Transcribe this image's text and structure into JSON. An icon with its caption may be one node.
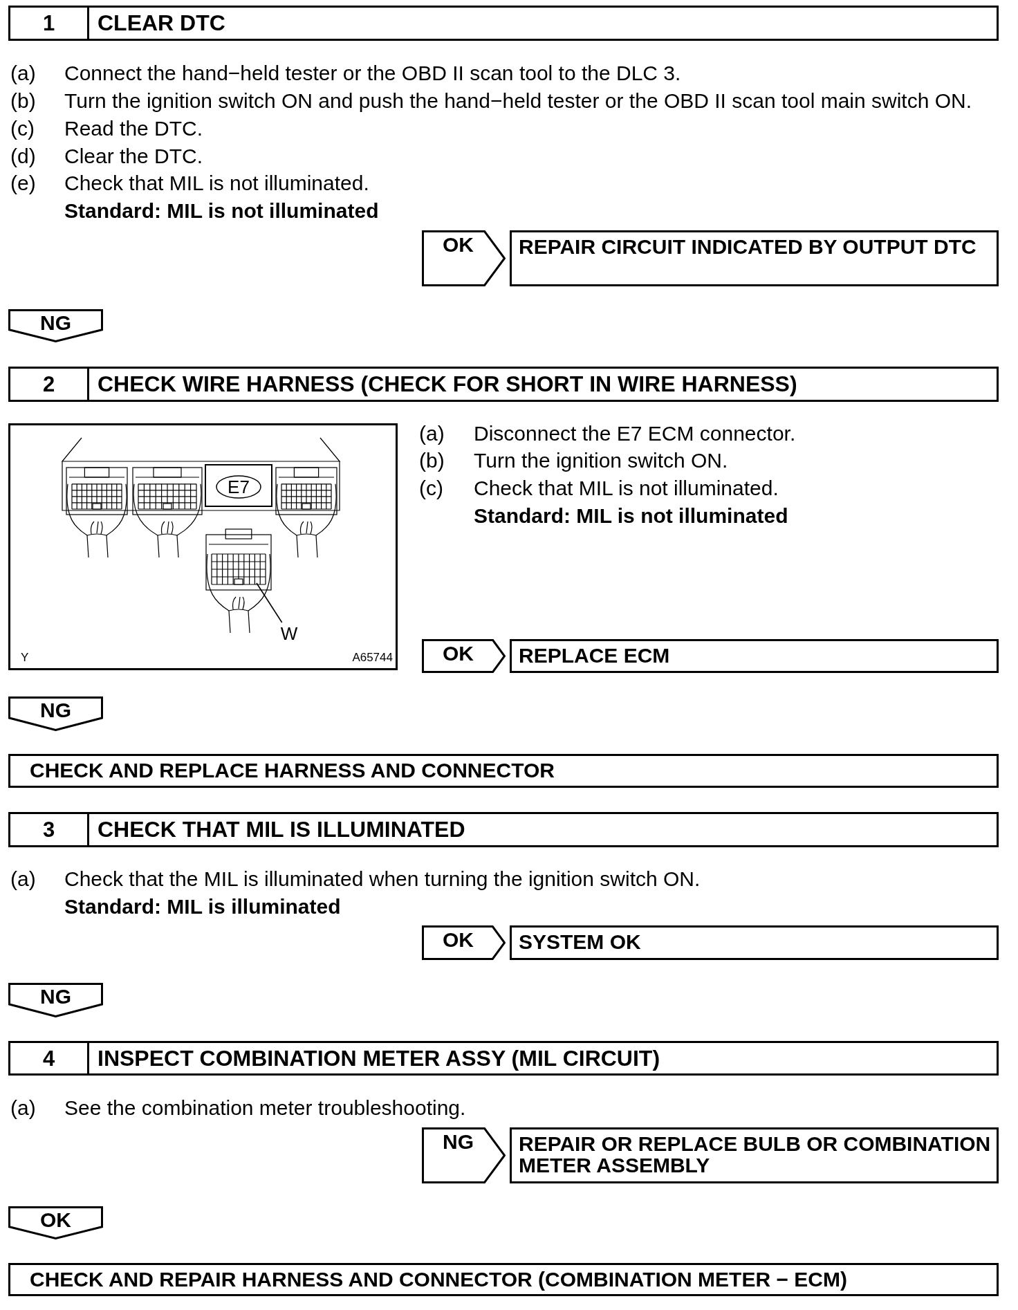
{
  "diagram": {
    "nodes": [
      {
        "text": [
          "1",
          "CLEAR DTC"
        ]
      },
      {
        "text": [
          "OK"
        ]
      },
      {
        "text": [
          "REPAIR CIRCUIT INDICATED BY OUTPUT DTC"
        ]
      },
      {
        "text": [
          "NG"
        ]
      },
      {
        "text": [
          "2",
          "CHECK WIRE HARNESS (CHECK FOR SHORT IN WIRE HARNESS)"
        ]
      },
      {
        "text": [
          "E7"
        ]
      },
      {
        "text": [
          "W"
        ]
      },
      {
        "text": [
          "OK"
        ]
      },
      {
        "text": [
          "REPLACE ECM"
        ]
      },
      {
        "text": [
          "NG"
        ]
      },
      {
        "text": [
          "CHECK AND REPLACE HARNESS AND CONNECTOR"
        ]
      },
      {
        "text": [
          "3",
          "CHECK THAT MIL IS ILLUMINATED"
        ]
      },
      {
        "text": [
          "OK"
        ]
      },
      {
        "text": [
          "SYSTEM OK"
        ]
      },
      {
        "text": [
          "NG"
        ]
      },
      {
        "text": [
          "4",
          "INSPECT COMBINATION METER ASSY (MIL CIRCUIT)"
        ]
      },
      {
        "text": [
          "NG"
        ]
      },
      {
        "text": [
          "REPAIR OR REPLACE BULB OR COMBINATION METER ASSEMBLY"
        ]
      },
      {
        "text": [
          "OK"
        ]
      },
      {
        "text": [
          "CHECK AND REPAIR HARNESS AND CONNECTOR (COMBINATION METER − ECM)"
        ]
      },
      {
        "text": [],
        "shape": "picture"
      }
    ],
    "edges": [
      {
        "from": 6,
        "to": 20,
        "arrow": "none"
      }
    ],
    "labels": [
      "(a)",
      "Connect the hand−held tester or the OBD II scan tool to the DLC 3.",
      "(b)",
      "Turn the ignition switch ON and push the hand−held tester or the OBD II scan tool main switch ON.",
      "(c)",
      "Read the DTC.",
      "(d)",
      "Clear the DTC.",
      "(e)",
      "Check that MIL is not illuminated.",
      "Standard: MIL is not illuminated",
      "(a)",
      "Disconnect the E7 ECM connector.",
      "(b)",
      "Turn the ignition switch ON.",
      "(c)",
      "Check that MIL is not illuminated.",
      "Standard: MIL is not illuminated",
      "Y",
      "A65744",
      "(a)",
      "Check that the MIL is illuminated when turning the ignition switch ON.",
      "Standard: MIL is illuminated",
      "(a)",
      "See the combination meter troubleshooting."
    ]
  }
}
